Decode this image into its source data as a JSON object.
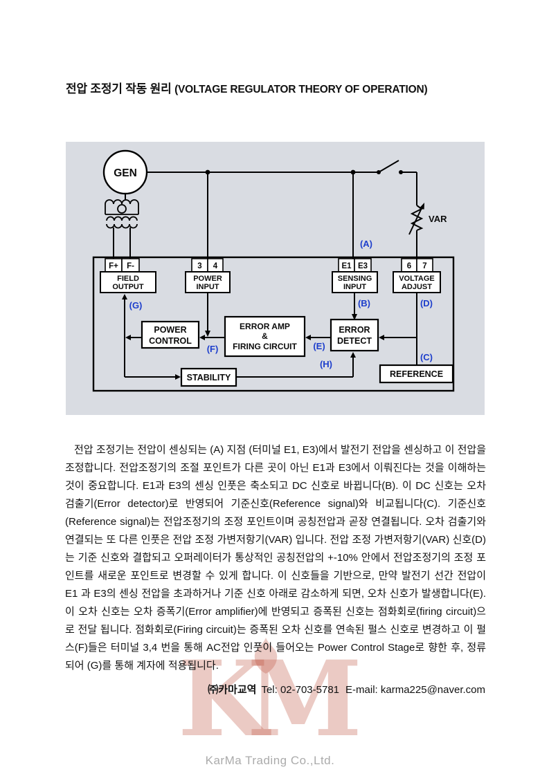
{
  "header": {
    "title_ko": "전압 조정기 작동 원리",
    "title_en": "(VOLTAGE REGULATOR THEORY OF OPERATION)"
  },
  "diagram": {
    "gen": "GEN",
    "var": "VAR",
    "pins": {
      "f1": "F+",
      "f2": "F-",
      "p1": "3",
      "p2": "4",
      "s1": "E1",
      "s2": "E3",
      "v1": "6",
      "v2": "7"
    },
    "terminals": {
      "field": [
        "FIELD",
        "OUTPUT"
      ],
      "power": [
        "POWER",
        "INPUT"
      ],
      "sensing": [
        "SENSING",
        "INPUT"
      ],
      "voltage": [
        "VOLTAGE",
        "ADJUST"
      ]
    },
    "blocks": {
      "power_control": [
        "POWER",
        "CONTROL"
      ],
      "error_amp": [
        "ERROR AMP",
        "&",
        "FIRING CIRCUIT"
      ],
      "error_detect": [
        "ERROR",
        "DETECT"
      ],
      "stability": "STABILITY",
      "reference": "REFERENCE"
    },
    "signals": {
      "a": "(A)",
      "b": "(B)",
      "c": "(C)",
      "d": "(D)",
      "e": "(E)",
      "f": "(F)",
      "g": "(G)",
      "h": "(H)"
    },
    "colors": {
      "signal_label": "#1d3ecc",
      "background": "#d9dce2"
    }
  },
  "body": {
    "paragraph": "전압 조정기는 전압이 센싱되는 (A) 지점 (터미널 E1, E3)에서 발전기 전압을 센싱하고 이 전압을 조정합니다. 전압조정기의 조절 포인트가 다른 곳이 아닌 E1과 E3에서 이뤄진다는 것을 이해하는 것이 중요합니다. E1과 E3의 센싱 인풋은 축소되고 DC 신호로 바뀝니다(B). 이 DC 신호는 오차 검출기(Error detector)로 반영되어 기준신호(Reference signal)와 비교됩니다(C). 기준신호(Reference signal)는 전압조정기의 조정 포인트이며 공칭전압과 곧장 연결됩니다. 오차 검출기와 연결되는 또 다른 인풋은 전압 조정 가변저항기(VAR) 입니다. 전압 조정 가변저항기(VAR) 신호(D)는 기준 신호와 결합되고 오퍼레이터가 통상적인 공칭전압의 +-10% 안에서 전압조정기의 조정 포인트를 새로운 포인트로 변경할 수 있게 합니다. 이 신호들을 기반으로, 만약 발전기 선간 전압이 E1 과 E3의 센싱 전압을 초과하거나 기준 신호 아래로 감소하게 되면, 오차 신호가 발생합니다(E). 이 오차 신호는 오차 증폭기(Error amplifier)에 반영되고 증폭된 신호는 점화회로(firing circuit)으로 전달 됩니다. 점화회로(Firing circuit)는 증폭된 오차 신호를 연속된 펄스 신호로 변경하고 이 펄스(F)들은 터미널 3,4 번을 통해 AC전압 인풋이 들어오는 Power Control Stage로 향한 후, 정류되어 (G)를 통해 계자에 적용됩니다."
  },
  "footer": {
    "company": "㈜카마교역",
    "tel": "Tel: 02-703-5781",
    "email": "E-mail: karma225@naver.com"
  },
  "watermark": {
    "logo": "KM",
    "caption": "KarMa Trading Co.,Ltd."
  }
}
